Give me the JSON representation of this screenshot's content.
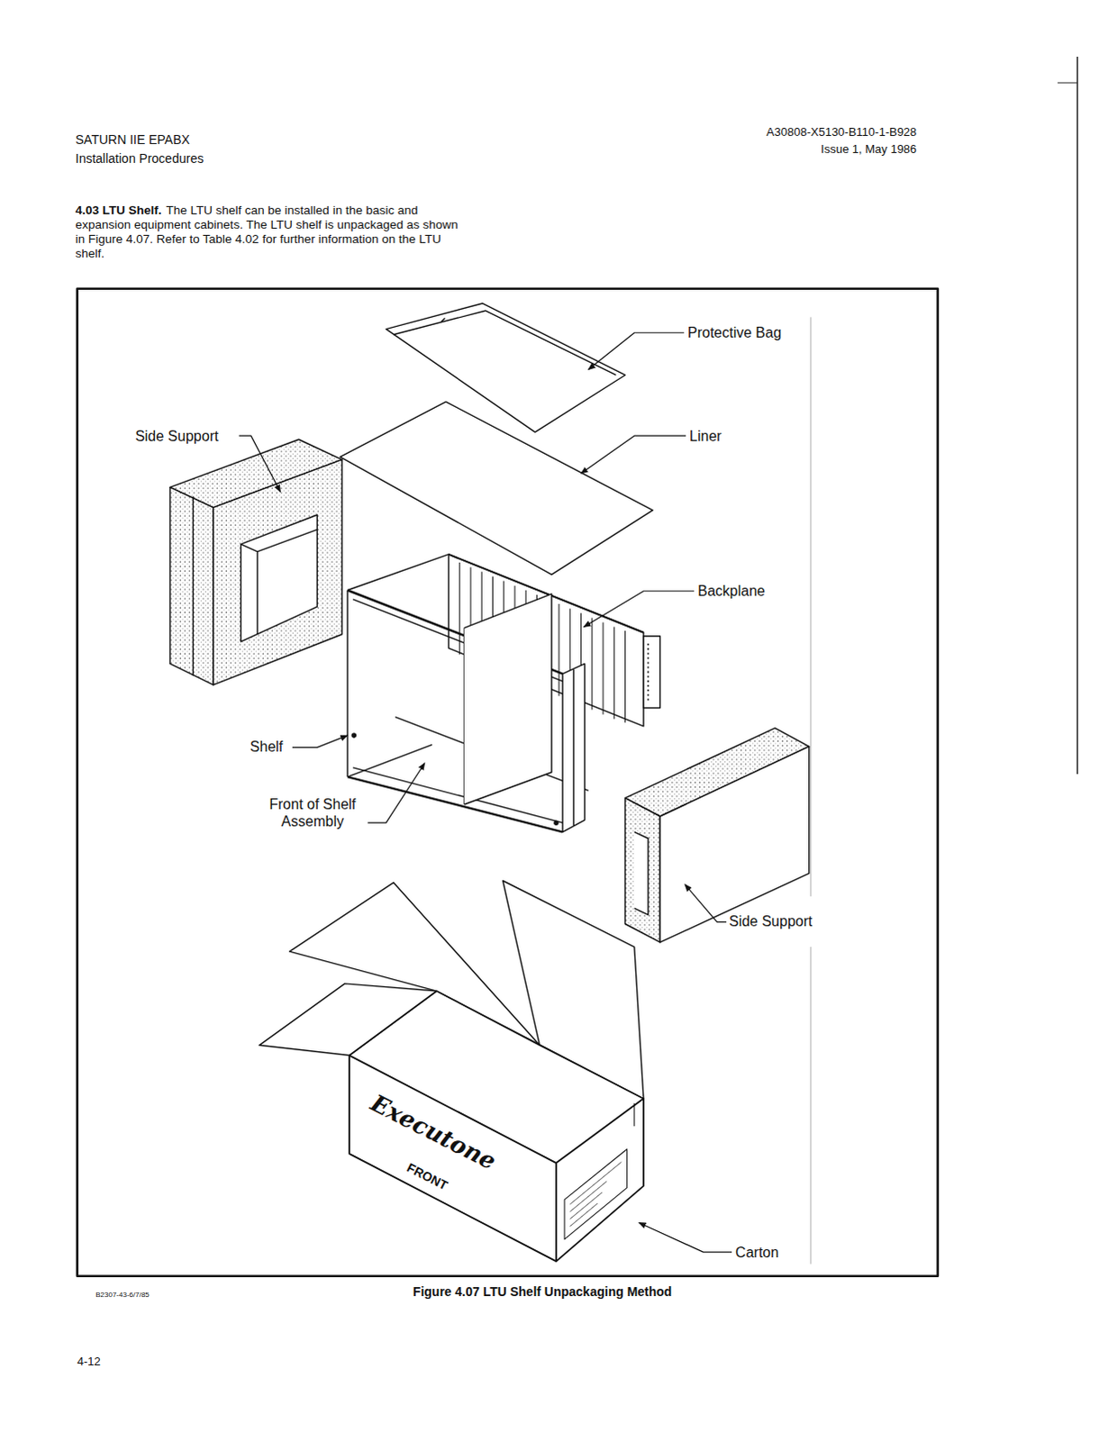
{
  "diagram": {
    "caption": "Figure 4.07 LTU Shelf Unpackaging Method",
    "labels": [
      "SATURN IIE EPABX",
      "Installation Procedures",
      "A30808-X5130-B110-1-B928",
      "Issue 1, May 1986",
      "4.03 LTU Shelf.",
      "The LTU shelf can be installed in the basic and expansion equipment cabinets. The LTU shelf is unpackaged as shown in Figure 4.07. Refer to Table 4.02 for further information on the LTU shelf.",
      "Protective Bag",
      "Liner",
      "Side Support",
      "Backplane",
      "Shelf",
      "Front of Shelf Assembly",
      "Side Support",
      "Carton",
      "Executone",
      "FRONT",
      "B2307-43-6/7/85",
      "4-12"
    ]
  }
}
